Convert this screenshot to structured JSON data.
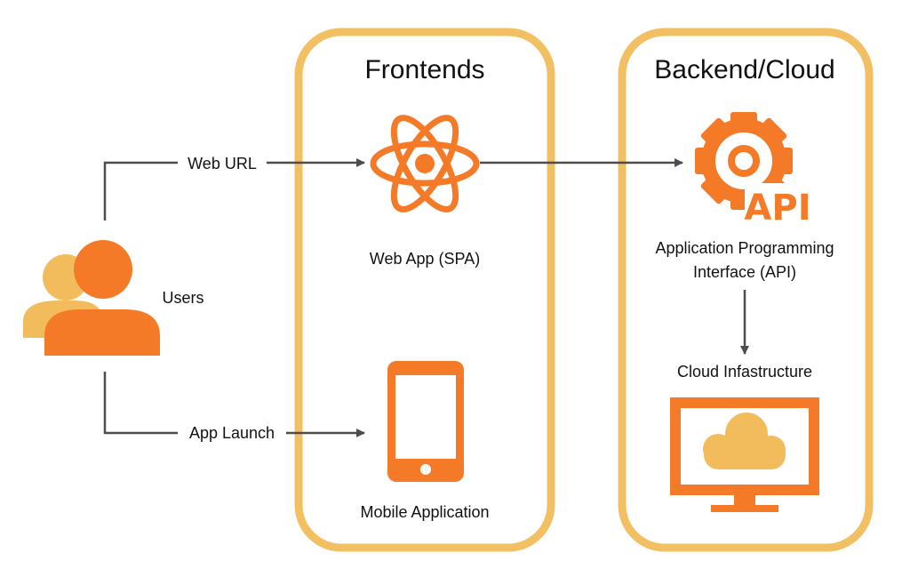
{
  "frontends": {
    "title": "Frontends",
    "web_app_label": "Web App (SPA)",
    "mobile_app_label": "Mobile Application"
  },
  "backend": {
    "title": "Backend/Cloud",
    "api_label_line1": "Application Programming",
    "api_label_line2": "Interface (API)",
    "api_badge": "API",
    "cloud_label": "Cloud Infastructure"
  },
  "users": {
    "label": "Users"
  },
  "connections": {
    "web_url": "Web URL",
    "app_launch": "App Launch"
  },
  "colors": {
    "container_border": "#f2c063",
    "icon_orange": "#f47a28",
    "icon_light_orange": "#f2bc5c",
    "arrow": "#4d4d4d"
  },
  "icons": [
    "users-icon",
    "atom-icon",
    "mobile-phone-icon",
    "gear-api-icon",
    "monitor-cloud-icon"
  ]
}
